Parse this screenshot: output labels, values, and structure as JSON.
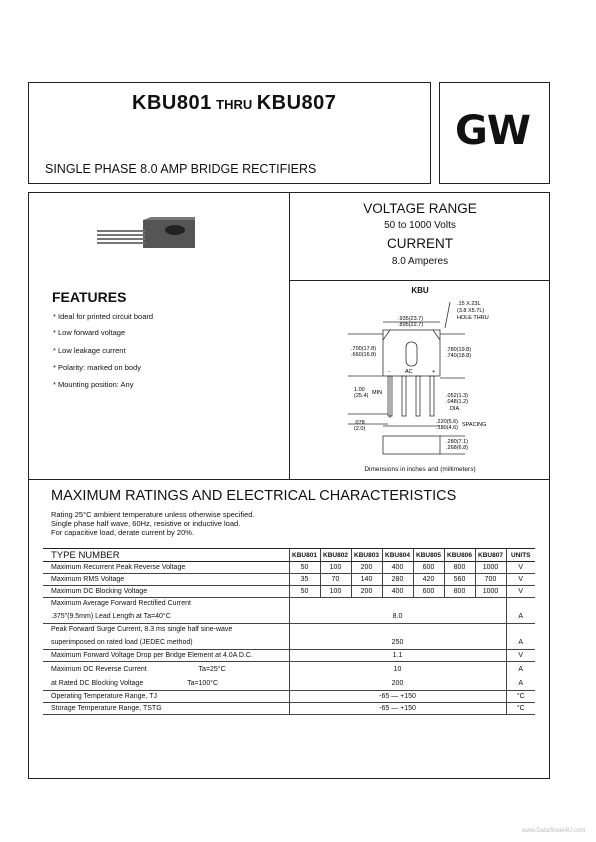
{
  "header": {
    "title_part1": "KBU801",
    "title_thru": "THRU",
    "title_part2": "KBU807",
    "subtitle": "SINGLE PHASE 8.0 AMP BRIDGE RECTIFIERS",
    "logo": "GW"
  },
  "features": {
    "heading": "FEATURES",
    "items": [
      "* Ideal for printed circuit board",
      "* Low forward voltage",
      "* Low leakage current",
      "* Polarity: marked on body",
      "* Mounting position: Any"
    ]
  },
  "specs": {
    "voltage_label": "VOLTAGE RANGE",
    "voltage_value": "50 to 1000 Volts",
    "current_label": "CURRENT",
    "current_value": "8.0 Amperes"
  },
  "package": {
    "name": "KBU",
    "dims": {
      "hole": ".15  X.23L",
      "hole2": "(3.8  X5.7L)",
      "hole3": "HOLE THRU",
      "width": ".935(23.7)",
      "width2": ".895(22.7)",
      "h1": ".700(17.8)",
      "h1b": ".660(16.8)",
      "h2": ".780(19.8)",
      "h2b": ".740(18.8)",
      "lead": "1.00",
      "lead_min": "MIN",
      "lead2": "(25.4)",
      "lead_dia": ".052(1.3)",
      "lead_dia2": ".048(1.2)",
      "dia": "DIA.",
      "s1": ".078",
      "s1b": "(2.0)",
      "spacing": ".220(5.6)",
      "spacing2": ".180(4.6)",
      "spacing_label": "SPACING",
      "t1": ".280(7.1)",
      "t2": ".268(6.8)",
      "ac": "AC",
      "minus": "~",
      "plus": "+",
      "dash": "-"
    },
    "caption": "Dimensions in inches and (millimeters)"
  },
  "ratings": {
    "heading": "MAXIMUM RATINGS AND ELECTRICAL CHARACTERISTICS",
    "notes": [
      "Rating 25°C ambient temperature unless otherwise specified.",
      "Single phase half wave, 60Hz, resistive or inductive load.",
      "For capacitive load, derate current by 20%."
    ],
    "columns": [
      "TYPE NUMBER",
      "KBU801",
      "KBU802",
      "KBU803",
      "KBU804",
      "KBU805",
      "KBU806",
      "KBU807",
      "UNITS"
    ],
    "rows": [
      {
        "param": "Maximum Recurrent Peak Reverse Voltage",
        "values": [
          "50",
          "100",
          "200",
          "400",
          "600",
          "800",
          "1000"
        ],
        "unit": "V"
      },
      {
        "param": "Maximum RMS Voltage",
        "values": [
          "35",
          "70",
          "140",
          "280",
          "420",
          "560",
          "700"
        ],
        "unit": "V"
      },
      {
        "param": "Maximum DC Blocking Voltage",
        "values": [
          "50",
          "100",
          "200",
          "400",
          "600",
          "800",
          "1000"
        ],
        "unit": "V"
      }
    ],
    "avg_fwd_1": "Maximum Average Forward Rectified Current",
    "avg_fwd_2": ".375\"(9.5mm) Lead Length at Ta=40°C",
    "avg_fwd_val": "8.0",
    "avg_fwd_unit": "A",
    "surge_1": "Peak Forward Surge Current, 8.3 ms single half sine-wave",
    "surge_2": "superimposed on rated load (JEDEC method)",
    "surge_val": "250",
    "surge_unit": "A",
    "vf_param": "Maximum Forward Voltage Drop per Bridge Element at 4.0A D.C.",
    "vf_val": "1.1",
    "vf_unit": "V",
    "ir_1": "Maximum DC Reverse Current",
    "ir_1_cond": "Ta=25°C",
    "ir_1_val": "10",
    "ir_1_unit": "A",
    "ir_2": "at Rated DC Blocking Voltage",
    "ir_2_cond": "Ta=100°C",
    "ir_2_val": "200",
    "ir_2_unit": "A",
    "op_temp": "Operating Temperature Range, TJ",
    "op_temp_val": "-65 — +150",
    "op_temp_unit": "°C",
    "st_temp": "Storage Temperature Range, TSTG",
    "st_temp_val": "-65 — +150",
    "st_temp_unit": "°C"
  },
  "watermark": "www.DataSheet4U.com"
}
